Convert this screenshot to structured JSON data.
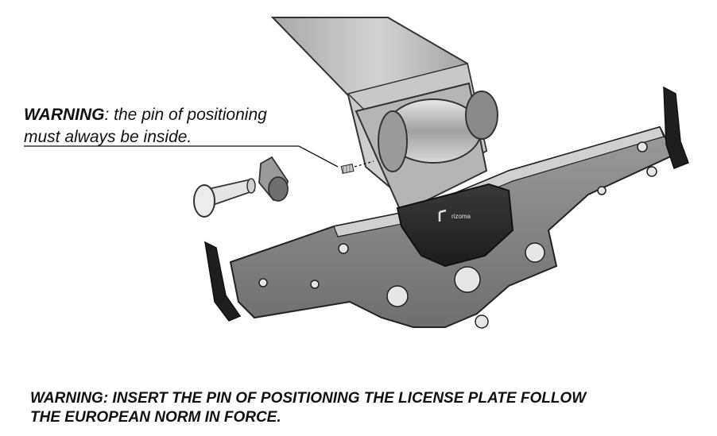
{
  "callout": {
    "lead": "WARNING",
    "text_line1": ": the pin of positioning",
    "text_line2": "must always be inside."
  },
  "footer_warning": {
    "line1": "WARNING: INSERT THE PIN OF POSITIONING THE LICENSE PLATE FOLLOW",
    "line2": "THE EUROPEAN NORM IN FORCE."
  },
  "brand_mark": "rizoma",
  "icons": {
    "bolt": "bolt-icon",
    "spacer": "spacer-icon",
    "positioning_pin": "positioning-pin-icon"
  },
  "colors": {
    "text": "#111111",
    "plate": "#8a8a8a",
    "arm": "#bdbdbd",
    "cover": "#2b2b2b",
    "background": "#ffffff"
  }
}
